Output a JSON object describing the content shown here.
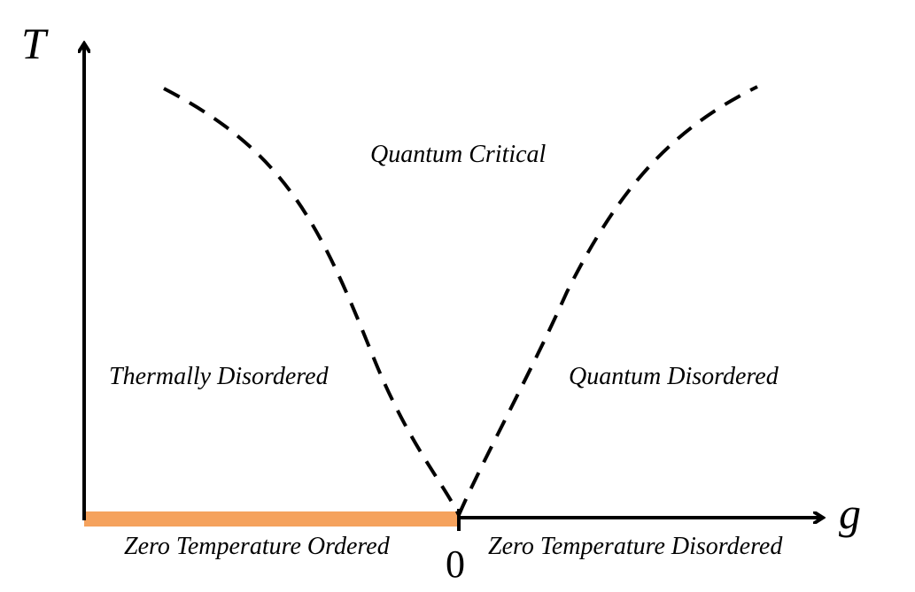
{
  "axes": {
    "y_label": "T",
    "x_label": "g",
    "origin_label": "0"
  },
  "regions": {
    "quantum_critical": "Quantum Critical",
    "thermally_disordered": "Thermally Disordered",
    "quantum_disordered": "Quantum Disordered",
    "zero_temp_ordered": "Zero Temperature Ordered",
    "zero_temp_disordered": "Zero Temperature Disordered"
  },
  "colors": {
    "ordered_bar": "#f5a25d",
    "lines": "#000000"
  }
}
